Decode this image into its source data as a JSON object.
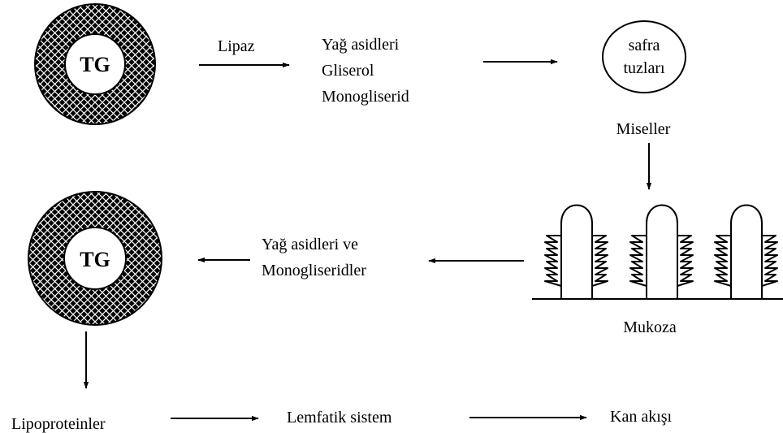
{
  "droplet_top": {
    "label": "TG"
  },
  "droplet_bottom": {
    "label": "TG"
  },
  "step1": {
    "enzyme": "Lipaz"
  },
  "products_top": {
    "line1": "Yağ asidleri",
    "line2": "Gliserol",
    "line3": "Monogliserid"
  },
  "bile": {
    "line1": "safra",
    "line2": "tuzları"
  },
  "micelles": {
    "label": "Miseller"
  },
  "mucosa": {
    "label": "Mukoza"
  },
  "products_bottom": {
    "line1": "Yağ asidleri ve",
    "line2": "Monogliseridler"
  },
  "flow": {
    "lipoproteins": "Lipoproteinler",
    "lymph": "Lemfatik sistem",
    "blood": "Kan akışı"
  }
}
